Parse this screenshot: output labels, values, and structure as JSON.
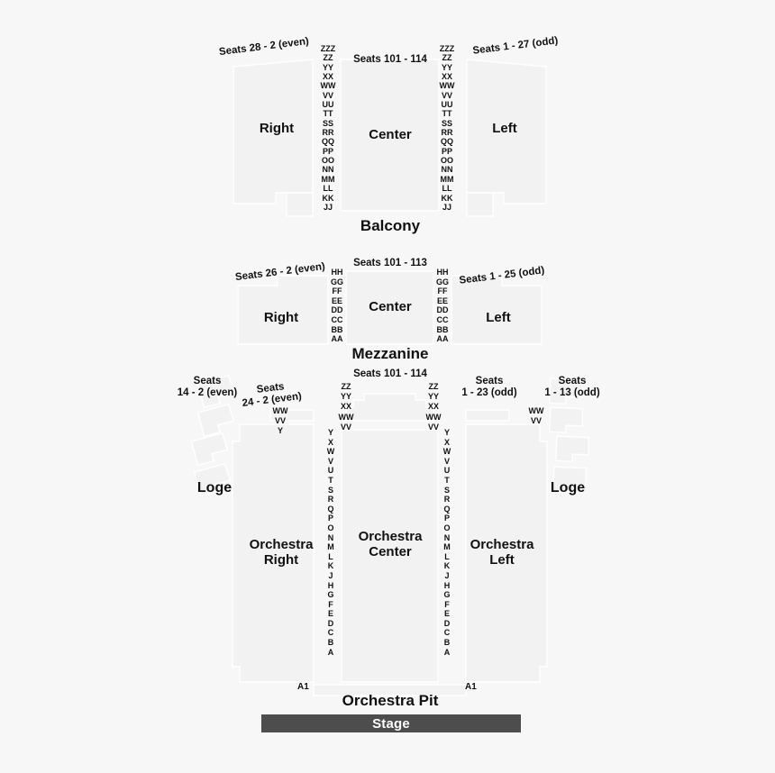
{
  "colors": {
    "background": "#f7f7f7",
    "section_fill": "#f2f2f2",
    "section_stroke": "#ffffff",
    "stage_fill": "#4d4d4d",
    "stage_text": "#ffffff",
    "text": "#111111"
  },
  "tiers": {
    "balcony": {
      "title": "Balcony",
      "sections": {
        "right": "Right",
        "center": "Center",
        "left": "Left"
      },
      "seat_ranges": {
        "right": "Seats 28 - 2 (even)",
        "center": "Seats 101 - 114",
        "left": "Seats 1 - 27 (odd)"
      },
      "rows": [
        "ZZZ",
        "ZZ",
        "YY",
        "XX",
        "WW",
        "VV",
        "UU",
        "TT",
        "SS",
        "RR",
        "QQ",
        "PP",
        "OO",
        "NN",
        "MM",
        "LL",
        "KK",
        "JJ"
      ]
    },
    "mezzanine": {
      "title": "Mezzanine",
      "sections": {
        "right": "Right",
        "center": "Center",
        "left": "Left"
      },
      "seat_ranges": {
        "right": "Seats 26 - 2 (even)",
        "center": "Seats 101 - 113",
        "left": "Seats 1 - 25 (odd)"
      },
      "rows": [
        "HH",
        "GG",
        "FF",
        "EE",
        "DD",
        "CC",
        "BB",
        "AA"
      ]
    },
    "orchestra": {
      "sections": {
        "loge_right": "Loge",
        "orchestra_right": "Orchestra\nRight",
        "orchestra_right_line1": "Orchestra",
        "orchestra_right_line2": "Right",
        "orchestra_center_line1": "Orchestra",
        "orchestra_center_line2": "Center",
        "orchestra_left_line1": "Orchestra",
        "orchestra_left_line2": "Left",
        "loge_left": "Loge"
      },
      "seat_ranges": {
        "loge_right_line1": "Seats",
        "loge_right_line2": "14 - 2 (even)",
        "orchestra_right_line1": "Seats",
        "orchestra_right_line2": "24 - 2 (even)",
        "orchestra_center": "Seats 101 - 114",
        "orchestra_left_line1": "Seats",
        "orchestra_left_line2": "1 - 23 (odd)",
        "loge_left_line1": "Seats",
        "loge_left_line2": "1 - 13 (odd)"
      },
      "center_top_rows": [
        "ZZ",
        "YY",
        "XX",
        "WW",
        "VV"
      ],
      "side_top_rows": [
        "WW",
        "VV",
        "Y"
      ],
      "side_top_rows_left": [
        "WW",
        "VV"
      ],
      "rows": [
        "Y",
        "X",
        "W",
        "V",
        "U",
        "T",
        "S",
        "R",
        "Q",
        "P",
        "O",
        "N",
        "M",
        "L",
        "K",
        "J",
        "H",
        "G",
        "F",
        "E",
        "D",
        "C",
        "B",
        "A"
      ],
      "pit_title": "Orchestra Pit",
      "pit_row_left": "A1",
      "pit_row_right": "A1"
    }
  },
  "stage": {
    "label": "Stage"
  }
}
